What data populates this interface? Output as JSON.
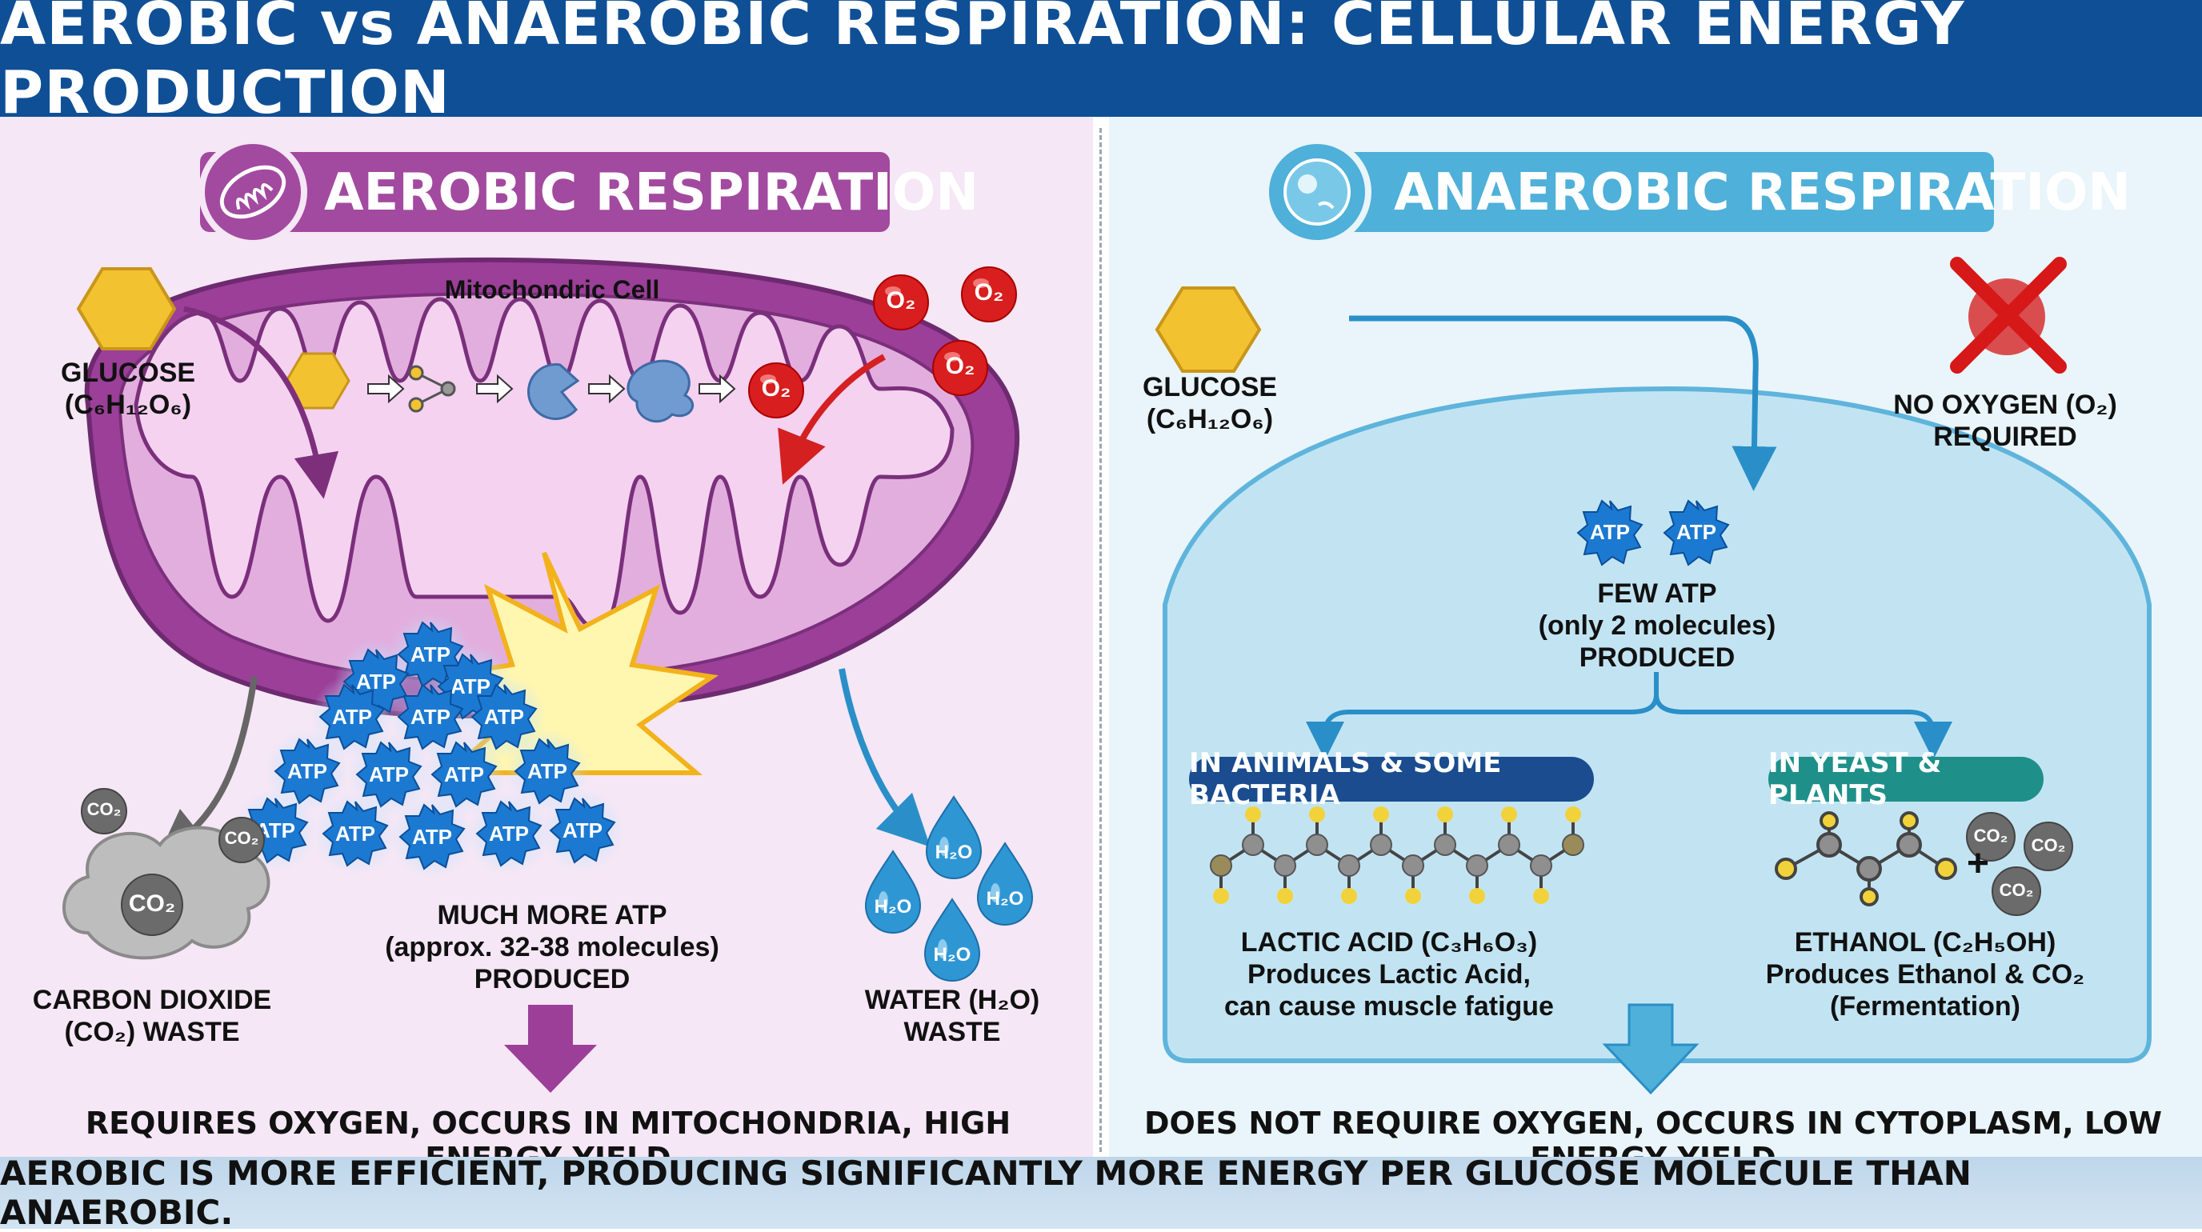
{
  "title": "AEROBIC vs ANAEROBIC RESPIRATION: CELLULAR ENERGY PRODUCTION",
  "aerobic": {
    "header": "AEROBIC RESPIRATION",
    "cell_label": "Mitochondric Cell",
    "glucose": "GLUCOSE",
    "glucose_formula": "(C₆H₁₂O₆)",
    "o2": "O₂",
    "atp": "ATP",
    "co2": "CO₂",
    "h2o": "H₂O",
    "atp_text_1": "MUCH MORE ATP",
    "atp_text_2": "(approx. 32-38 molecules)",
    "atp_text_3": "PRODUCED",
    "co2_waste_1": "CARBON DIOXIDE",
    "co2_waste_2": "(CO₂) WASTE",
    "water_waste_1": "WATER (H₂O)",
    "water_waste_2": "WASTE",
    "footer": "REQUIRES OXYGEN, OCCURS IN MITOCHONDRIA, HIGH ENERGY YIELD"
  },
  "anaerobic": {
    "header": "ANAEROBIC RESPIRATION",
    "glucose": "GLUCOSE",
    "glucose_formula": "(C₆H₁₂O₆)",
    "no_oxygen_1": "NO OXYGEN (O₂)",
    "no_oxygen_2": "REQUIRED",
    "atp": "ATP",
    "few_atp_1": "FEW ATP",
    "few_atp_2": "(only 2 molecules)",
    "few_atp_3": "PRODUCED",
    "animals_label": "IN ANIMALS & SOME BACTERIA",
    "yeast_label": "IN YEAST & PLANTS",
    "lactic_1": "LACTIC ACID (C₃H₆O₃)",
    "lactic_2": "Produces Lactic Acid,",
    "lactic_3": "can cause muscle fatigue",
    "plus": "+",
    "co2": "CO₂",
    "ethanol_1": "ETHANOL (C₂H₅OH)",
    "ethanol_2": "Produces Ethanol & CO₂",
    "ethanol_3": "(Fermentation)",
    "footer": "DOES NOT REQUIRE OXYGEN, OCCURS IN CYTOPLASM, LOW ENERGY YIELD"
  },
  "conclusion": "AEROBIC IS MORE EFFICIENT, PRODUCING SIGNIFICANTLY MORE ENERGY PER GLUCOSE MOLECULE THAN ANAEROBIC.",
  "colors": {
    "title_bg": "#0f4f95",
    "aerobic_accent": "#a24a9f",
    "anaerobic_accent": "#4fb0d9",
    "atp_blue": "#1a7fd6",
    "oxygen_red": "#d81e1e",
    "glucose_yellow": "#f2c230"
  }
}
